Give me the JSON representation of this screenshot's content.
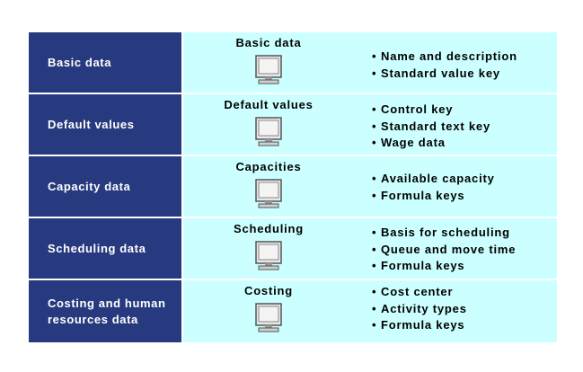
{
  "rows": [
    {
      "label": "Basic data",
      "screen": "Basic data",
      "bullets": [
        "Name and description",
        "Standard value key"
      ]
    },
    {
      "label": "Default values",
      "screen": "Default values",
      "bullets": [
        "Control key",
        "Standard text key",
        "Wage data"
      ]
    },
    {
      "label": "Capacity data",
      "screen": "Capacities",
      "bullets": [
        "Available capacity",
        "Formula keys"
      ]
    },
    {
      "label": "Scheduling data",
      "screen": "Scheduling",
      "bullets": [
        "Basis for scheduling",
        "Queue and move time",
        "Formula keys"
      ]
    },
    {
      "label": "Costing and human resources data",
      "screen": "Costing",
      "bullets": [
        "Cost center",
        "Activity types",
        "Formula keys"
      ]
    }
  ],
  "icons": {
    "screen": "monitor-icon"
  },
  "colors": {
    "label_bg": "#283a7f",
    "body_bg": "#ccffff",
    "label_text": "#ffffff"
  }
}
